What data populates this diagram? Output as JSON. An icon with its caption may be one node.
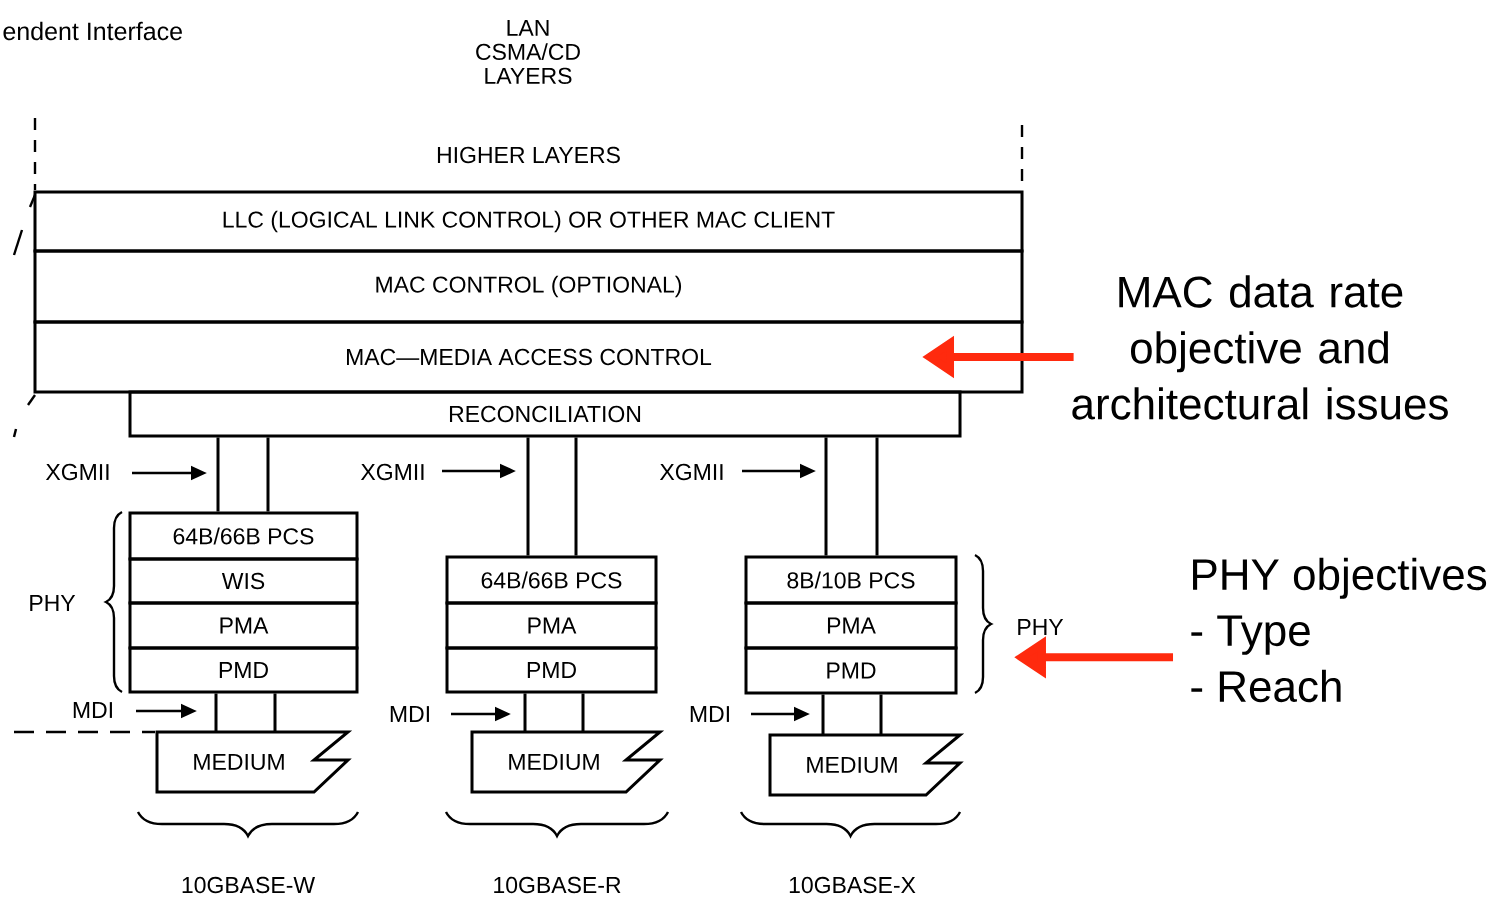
{
  "diagram": {
    "nodes": [
      {
        "text": [
          "HIGHER LAYERS"
        ]
      },
      {
        "text": [
          "LLC (LOGICAL LINK CONTROL) OR OTHER MAC CLIENT"
        ]
      },
      {
        "text": [
          "MAC CONTROL (OPTIONAL)"
        ]
      },
      {
        "text": [
          "MAC—MEDIA ACCESS CONTROL"
        ]
      },
      {
        "text": [
          "RECONCILIATION"
        ]
      },
      {
        "text": [
          "64B/66B PCS"
        ]
      },
      {
        "text": [
          "WIS"
        ]
      },
      {
        "text": [
          "PMA"
        ]
      },
      {
        "text": [
          "PMD"
        ]
      },
      {
        "text": [
          "64B/66B PCS"
        ]
      },
      {
        "text": [
          "PMA"
        ]
      },
      {
        "text": [
          "PMD"
        ]
      },
      {
        "text": [
          "8B/10B PCS"
        ]
      },
      {
        "text": [
          "PMA"
        ]
      },
      {
        "text": [
          "PMD"
        ]
      },
      {
        "text": [
          "MEDIUM"
        ]
      },
      {
        "text": [
          "MEDIUM"
        ]
      },
      {
        "text": [
          "MEDIUM"
        ]
      },
      {
        "text": [
          "MAC data rate objective and architectural issues"
        ]
      },
      {
        "text": [
          "PHY objectives",
          "- Type",
          "- Reach"
        ]
      },
      {
        "text": [
          "PHY"
        ]
      }
    ],
    "edges": [
      {
        "from": 4,
        "to": 5,
        "arrow": "none"
      },
      {
        "from": 4,
        "to": 9,
        "arrow": "none"
      },
      {
        "from": 4,
        "to": 12,
        "arrow": "none"
      },
      {
        "from": 8,
        "to": 15,
        "arrow": "none"
      },
      {
        "from": 11,
        "to": 16,
        "arrow": "none"
      },
      {
        "from": 14,
        "to": 17,
        "arrow": "none"
      },
      {
        "from": 18,
        "to": 3,
        "arrow": "to",
        "style": "thick",
        "color": "#ff2a0e"
      },
      {
        "from": 19,
        "to": 20,
        "arrow": "to",
        "style": "thick",
        "color": "#ff2a0e"
      }
    ],
    "labels": [
      "endent Interface",
      "LAN CSMA/CD LAYERS",
      "XGMII",
      "XGMII",
      "XGMII",
      "PHY",
      "MDI",
      "MDI",
      "MDI",
      "10GBASE-W",
      "10GBASE-R",
      "10GBASE-X"
    ]
  }
}
